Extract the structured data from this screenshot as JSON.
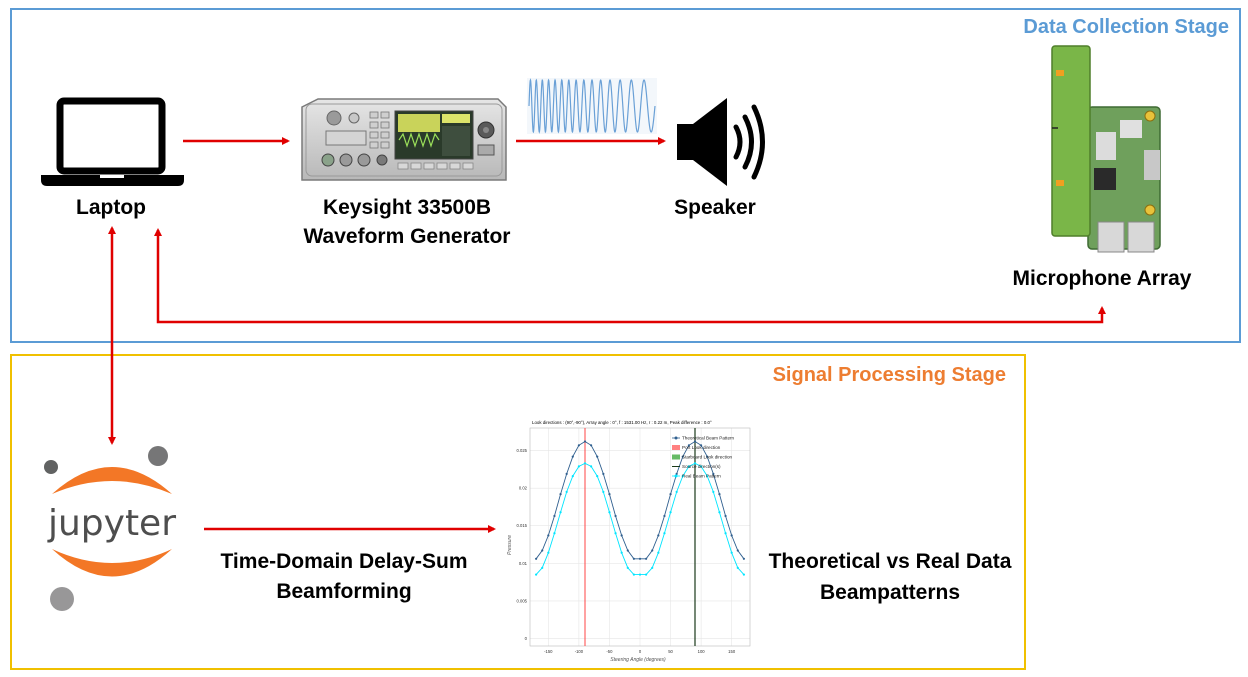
{
  "stages": {
    "data_collection": "Data Collection Stage",
    "signal_processing": "Signal Processing Stage"
  },
  "labels": {
    "laptop": "Laptop",
    "generator_line1": "Keysight 33500B",
    "generator_line2": "Waveform Generator",
    "speaker": "Speaker",
    "mic_array": "Microphone Array",
    "beamforming_line1": "Time-Domain Delay-Sum",
    "beamforming_line2": "Beamforming",
    "beampatterns_line1": "Theoretical vs Real Data",
    "beampatterns_line2": "Beampatterns",
    "jupyter": "jupyter"
  },
  "colors": {
    "arrow": "#e00000",
    "data_collection_border": "#5b9bd5",
    "signal_processing_border": "#f0c000",
    "theoretical_series": "#2f5f8f",
    "real_series": "#00e5ff",
    "port_look": "#ff4444",
    "source": "#1a3a1a"
  },
  "icons": [
    "laptop-icon",
    "waveform-generator-image",
    "sine-wave-icon",
    "speaker-icon",
    "microphone-array-image",
    "jupyter-logo"
  ],
  "chart_data": {
    "type": "line",
    "title": "Look directions : (90°,-90°), Array angle : 0°, f : 1531.00 Hz, r : 0.22 m, Peak difference : 0.0°",
    "xlabel": "Steering Angle (degrees)",
    "ylabel": "Pressure",
    "xlim": [
      -180,
      180
    ],
    "ylim": [
      -0.001,
      0.028
    ],
    "xticks": [
      -150,
      -100,
      -50,
      0,
      50,
      100,
      150
    ],
    "yticks": [
      0,
      0.005,
      0.01,
      0.015,
      0.02,
      0.025
    ],
    "ytick_labels": [
      "0",
      "0.005",
      "0.01",
      "0.015",
      "0.02",
      "0.025"
    ],
    "grid": true,
    "legend_position": "top-right",
    "legend": [
      "Theoretical Beam Pattern",
      "Port Look direction",
      "Starboard Look direction",
      "Source direction(s)",
      "Real Beam Pattern"
    ],
    "series": [
      {
        "name": "Theoretical Beam Pattern",
        "x": [
          -170,
          -160,
          -150,
          -140,
          -130,
          -120,
          -110,
          -100,
          -90,
          -80,
          -70,
          -60,
          -50,
          -40,
          -30,
          -20,
          -10,
          0,
          10,
          20,
          30,
          40,
          50,
          60,
          70,
          80,
          90,
          100,
          110,
          120,
          130,
          140,
          150,
          160,
          170
        ],
        "y": [
          0.0106,
          0.0117,
          0.0137,
          0.0163,
          0.0192,
          0.0219,
          0.0242,
          0.0257,
          0.0262,
          0.0257,
          0.0242,
          0.0219,
          0.0192,
          0.0163,
          0.0137,
          0.0117,
          0.0106,
          0.0106,
          0.0106,
          0.0117,
          0.0137,
          0.0163,
          0.0192,
          0.0219,
          0.0242,
          0.0257,
          0.0262,
          0.0257,
          0.0242,
          0.0219,
          0.0192,
          0.0163,
          0.0137,
          0.0117,
          0.0106
        ]
      },
      {
        "name": "Real Beam Pattern",
        "x": [
          -170,
          -160,
          -150,
          -140,
          -130,
          -120,
          -110,
          -100,
          -90,
          -80,
          -70,
          -60,
          -50,
          -40,
          -30,
          -20,
          -10,
          0,
          10,
          20,
          30,
          40,
          50,
          60,
          70,
          80,
          90,
          100,
          110,
          120,
          130,
          140,
          150,
          160,
          170
        ],
        "y": [
          0.0085,
          0.0094,
          0.0114,
          0.014,
          0.0168,
          0.0195,
          0.0216,
          0.0229,
          0.0233,
          0.0229,
          0.0216,
          0.0195,
          0.0168,
          0.014,
          0.0114,
          0.0094,
          0.0085,
          0.0085,
          0.0085,
          0.0094,
          0.0114,
          0.014,
          0.0168,
          0.0195,
          0.0216,
          0.0229,
          0.0233,
          0.0229,
          0.0216,
          0.0195,
          0.0168,
          0.014,
          0.0114,
          0.0094,
          0.0085
        ]
      }
    ],
    "vlines": [
      {
        "name": "Port Look direction",
        "x": -90
      },
      {
        "name": "Source direction(s)",
        "x": 90
      }
    ]
  }
}
